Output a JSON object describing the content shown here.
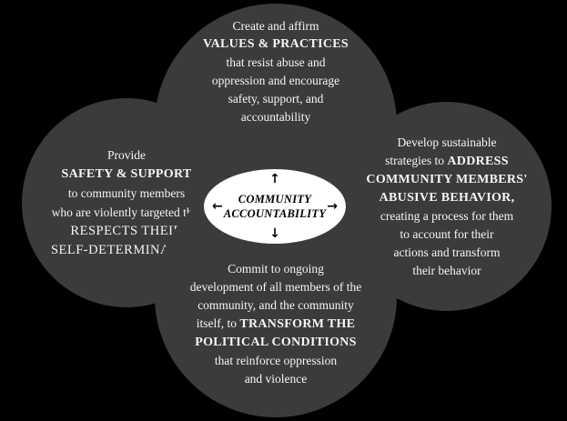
{
  "colors": {
    "background": "#000000",
    "circle_fill": "#3b3b3b",
    "circle_text": "#f5f5f5",
    "ellipse_fill": "#ffffff",
    "ellipse_text": "#000000"
  },
  "center": {
    "line1": "COMMUNITY",
    "line2": "ACCOUNTABILITY",
    "arrow_up": "↑",
    "arrow_down": "↓",
    "arrow_left": "←",
    "arrow_right": "→"
  },
  "circles": {
    "top": {
      "line1": "Create and affirm",
      "line2": "VALUES & PRACTICES",
      "line3": "that resist abuse and",
      "line4": "oppression and encourage",
      "line5": "safety, support, and",
      "line6": "accountability"
    },
    "left": {
      "line1": "Provide",
      "line2": "SAFETY & SUPPORT",
      "line3": "to community members",
      "line4": "who are violently targeted that",
      "line5": "RESPECTS THEIR",
      "line6": "SELF-DETERMINATION"
    },
    "right": {
      "line1": "Develop sustainable",
      "line2_pre": "strategies to ",
      "line2_em": "ADDRESS",
      "line3": "COMMUNITY MEMBERS'",
      "line4": "ABUSIVE BEHAVIOR,",
      "line5": "creating a process for them",
      "line6": "to account for their",
      "line7": "actions and transform",
      "line8": "their behavior"
    },
    "bottom": {
      "line1": "Commit to ongoing",
      "line2": "development of all members of the",
      "line3": "community, and the community",
      "line4_pre": "itself, to ",
      "line4_em": "TRANSFORM THE",
      "line5": "POLITICAL CONDITIONS",
      "line6": "that reinforce oppression",
      "line7": "and violence"
    }
  }
}
